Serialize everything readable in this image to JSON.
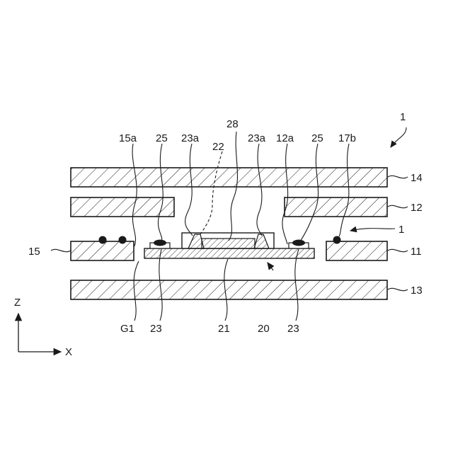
{
  "figure": {
    "labels": {
      "ref_1_top": "1",
      "ref_1_mid": "1",
      "l_15a": "15a",
      "l_25_left": "25",
      "l_23a_left": "23a",
      "l_28": "28",
      "l_22": "22",
      "l_23a_right": "23a",
      "l_12a": "12a",
      "l_25_right": "25",
      "l_17b": "17b",
      "l_14": "14",
      "l_12": "12",
      "l_15": "15",
      "l_11": "11",
      "l_13": "13",
      "l_G1": "G1",
      "l_23_left": "23",
      "l_21": "21",
      "l_20": "20",
      "l_23_right": "23"
    },
    "axes": {
      "z": "Z",
      "x": "X"
    }
  }
}
